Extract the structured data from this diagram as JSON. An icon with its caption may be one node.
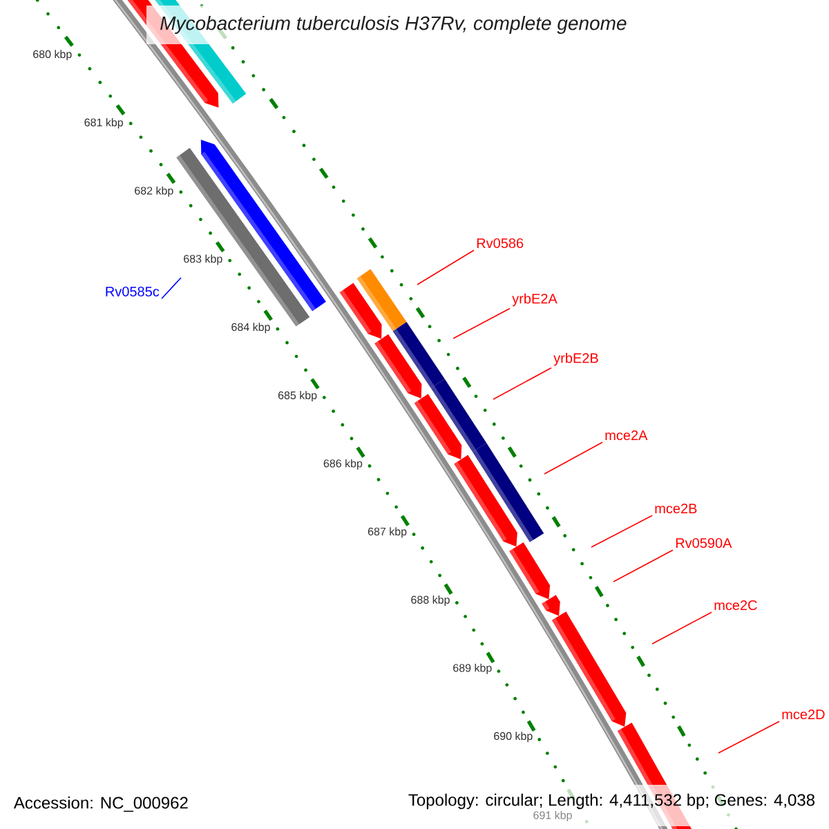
{
  "diagram": {
    "title": "Mycobacterium tuberculosis H37Rv, complete genome",
    "nodes": [
      {
        "text": [
          "Rv0585c"
        ]
      },
      {
        "text": [
          "Rv0586"
        ]
      },
      {
        "text": [
          "yrbE2A"
        ]
      },
      {
        "text": [
          "yrbE2B"
        ]
      },
      {
        "text": [
          "mce2A"
        ]
      },
      {
        "text": [
          "mce2B"
        ]
      },
      {
        "text": [
          "Rv0590A"
        ]
      },
      {
        "text": [
          "mce2C"
        ]
      },
      {
        "text": [
          "mce2D"
        ]
      }
    ],
    "edges": [
      {
        "from": 0,
        "to": null,
        "arrow": "none",
        "color": "#0000ff"
      },
      {
        "from": 1,
        "to": null,
        "arrow": "none"
      },
      {
        "from": 2,
        "to": null,
        "arrow": "none"
      },
      {
        "from": 3,
        "to": null,
        "arrow": "none"
      },
      {
        "from": 4,
        "to": null,
        "arrow": "none"
      },
      {
        "from": 5,
        "to": null,
        "arrow": "none"
      },
      {
        "from": 6,
        "to": null,
        "arrow": "none"
      },
      {
        "from": 7,
        "to": null,
        "arrow": "none"
      },
      {
        "from": 8,
        "to": null,
        "arrow": "none"
      }
    ],
    "labels": [
      "680 kbp",
      "681 kbp",
      "682 kbp",
      "683 kbp",
      "684 kbp",
      "685 kbp",
      "686 kbp",
      "687 kbp",
      "688 kbp",
      "689 kbp",
      "690 kbp",
      "691 kbp",
      "Accession: NC_000962",
      "Topology: circular; Length: 4,411,532 bp; Genes: 4,038"
    ]
  }
}
